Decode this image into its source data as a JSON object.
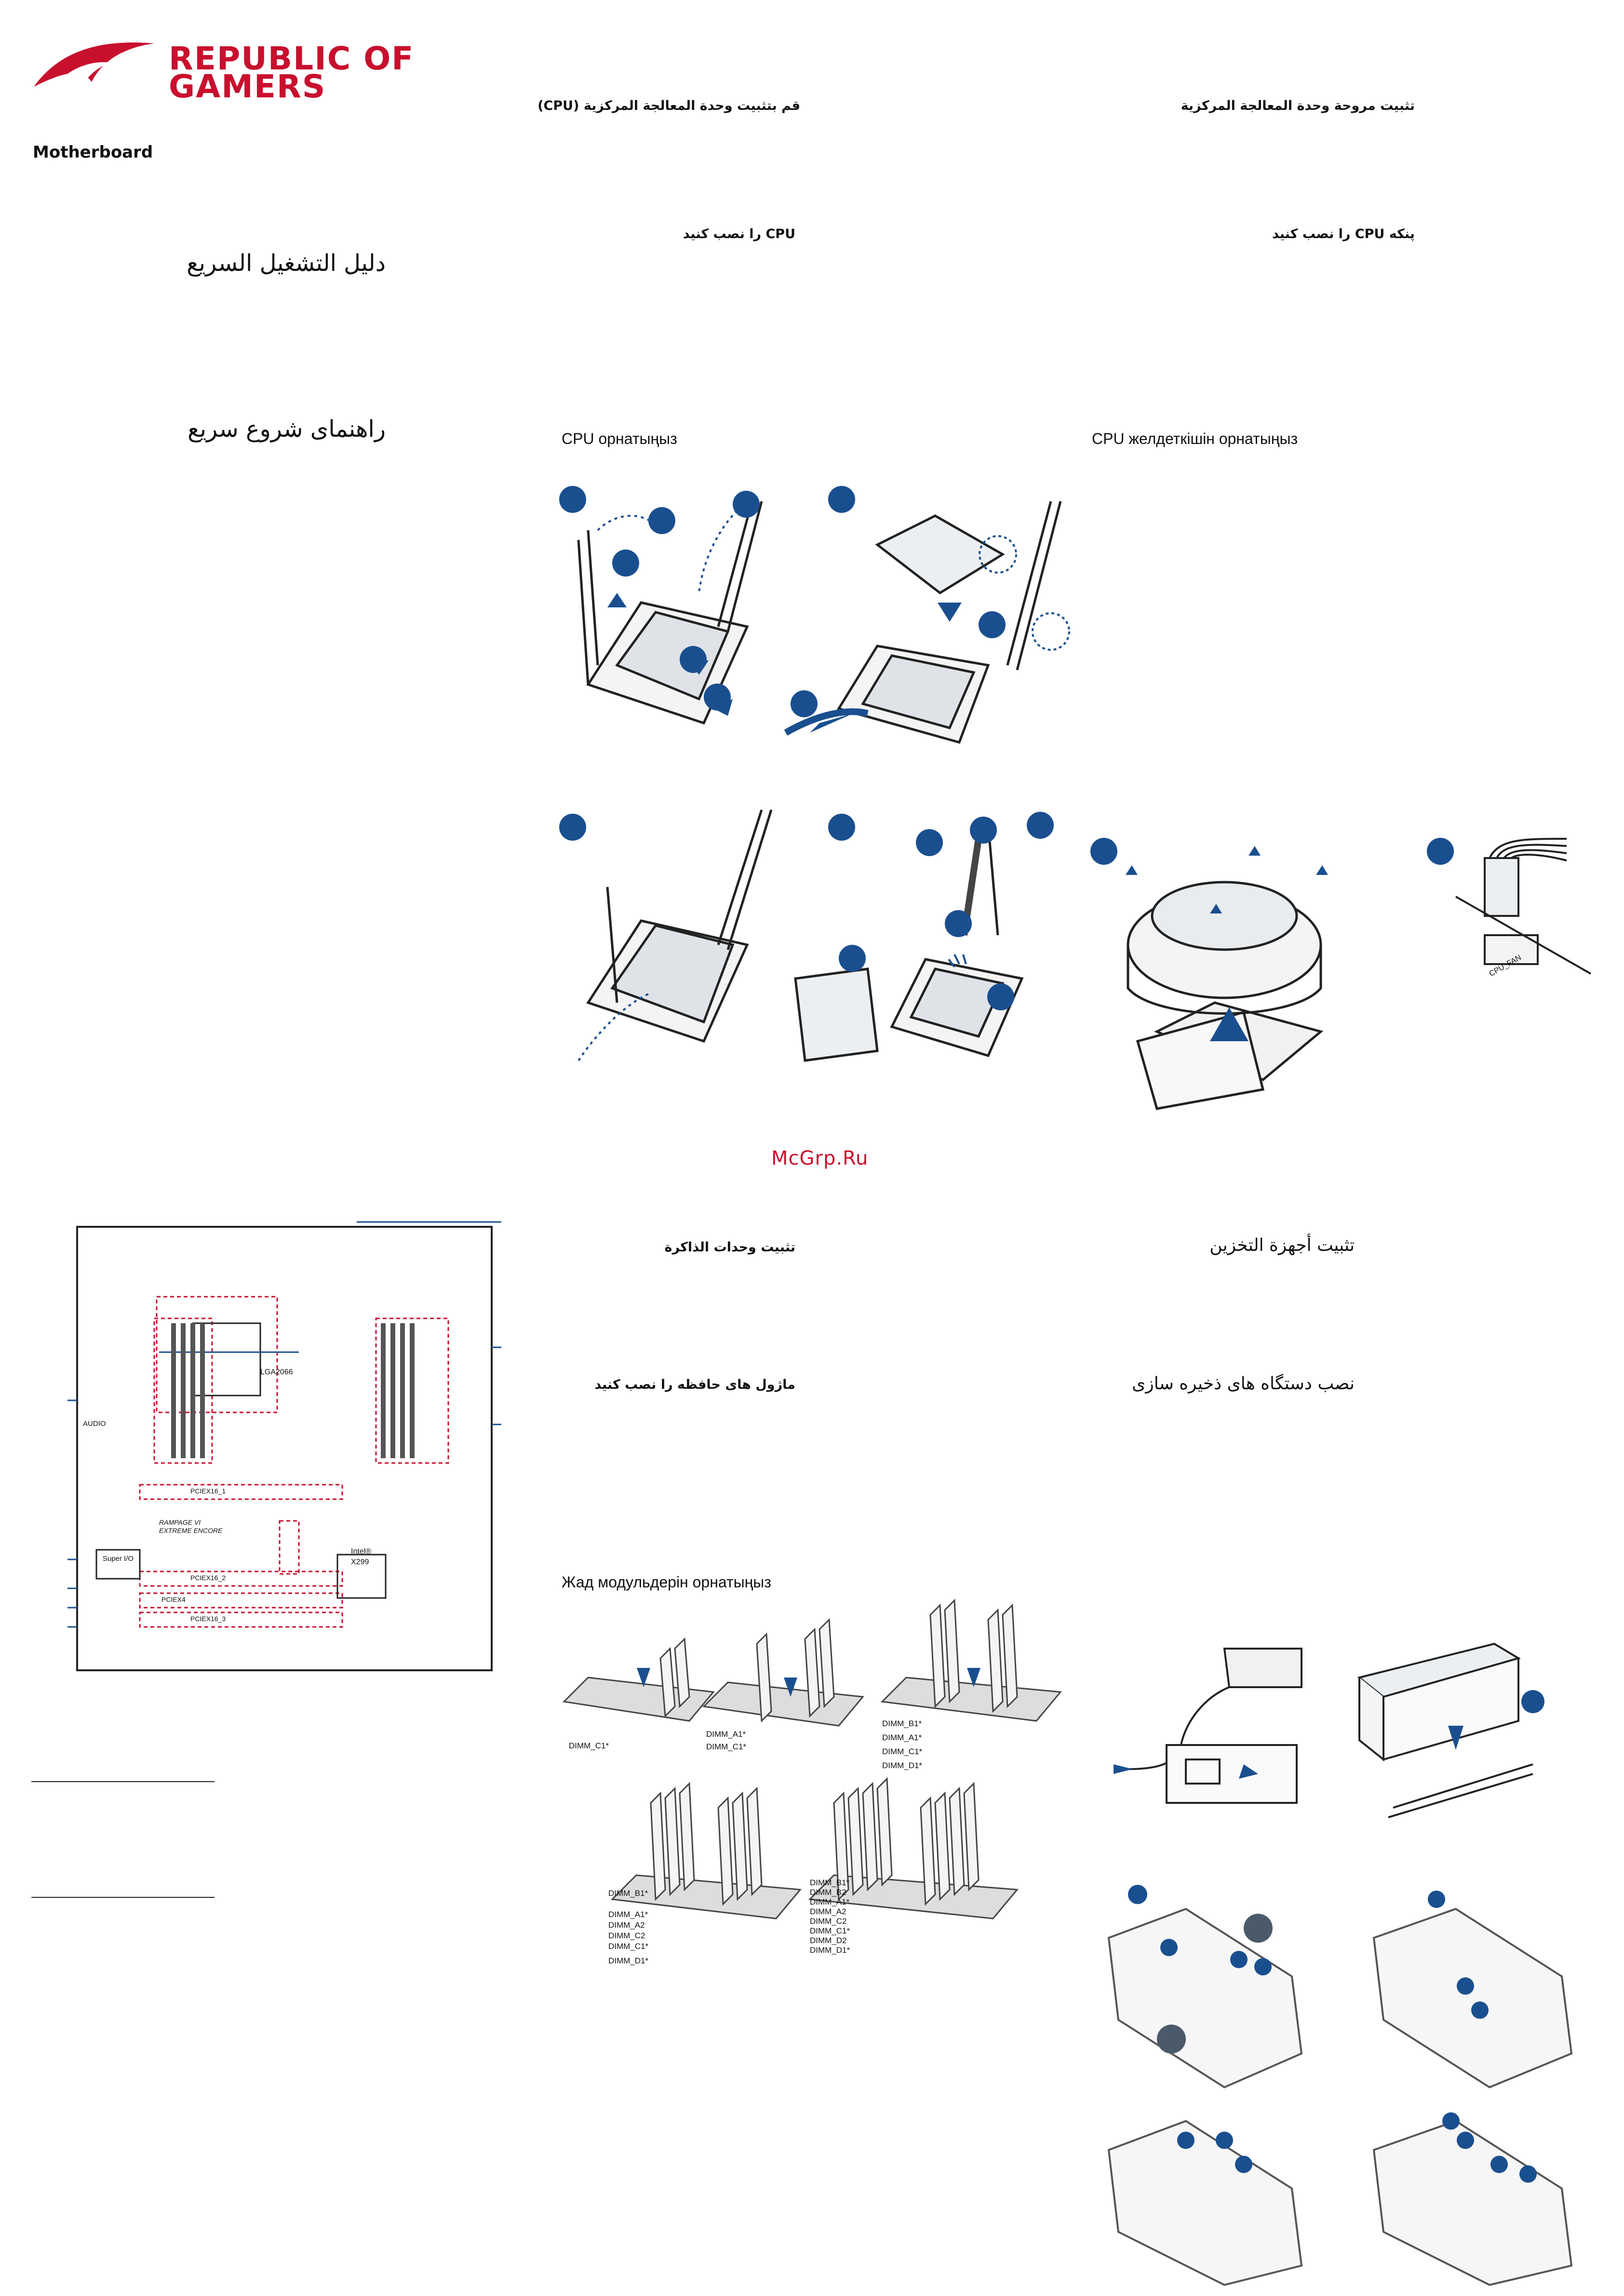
{
  "brand": {
    "logo_line1": "REPUBLIC OF",
    "logo_line2": "GAMERS",
    "subtitle": "Motherboard",
    "accent": "#c8102e",
    "diagram_blue": "#1a4f8f"
  },
  "left_titles": {
    "arabic": "دليل التشغيل السريع",
    "persian": "راهنمای شروع سریع"
  },
  "cpu_install": {
    "arabic": "قم بتثبيت وحدة المعالجة المركزية (CPU)",
    "persian": "CPU را نصب کنید",
    "kazakh": "CPU орнатыңыз"
  },
  "fan_install": {
    "arabic": "تثبيت مروحة وحدة المعالجة المركزية",
    "persian": "پنکه CPU را نصب کنید",
    "kazakh": "CPU желдеткішін орнатыңыз",
    "header_label": "CPU_FAN"
  },
  "memory_install": {
    "arabic": "تثبيت وحدات الذاكرة",
    "persian": "ماژول های حافظه را نصب کنید",
    "kazakh": "Жад модульдерін орнатыңыз"
  },
  "storage_install": {
    "arabic": "تثبيت أجهزة التخزين",
    "persian": "نصب دستگاه های ذخیره سازی"
  },
  "watermark": "McGrp.Ru",
  "board": {
    "socket": "LGA2066",
    "chipset_line1": "Intel®",
    "chipset_line2": "X299",
    "super_io": "Super I/O",
    "audio": "AUDIO",
    "model_line1": "RAMPAGE VI",
    "model_line2": "EXTREME ENCORE",
    "pcie_slots": [
      "PCIEX16_1",
      "PCIEX16_2",
      "PCIEX4",
      "PCIEX16_3"
    ]
  },
  "dimm_labels": {
    "two": [
      "DIMM_C1*"
    ],
    "four": [
      "DIMM_A1*",
      "DIMM_C1*"
    ],
    "four_b": [
      "DIMM_B1*",
      "DIMM_A1*",
      "DIMM_C1*",
      "DIMM_D1*"
    ],
    "six": [
      "DIMM_B1*",
      "DIMM_A1*",
      "DIMM_A2",
      "DIMM_C2",
      "DIMM_C1*",
      "DIMM_D1*"
    ],
    "eight": [
      "DIMM_B1*",
      "DIMM_B2",
      "DIMM_A1*",
      "DIMM_A2",
      "DIMM_C2",
      "DIMM_C1*",
      "DIMM_D2",
      "DIMM_D1*"
    ]
  }
}
